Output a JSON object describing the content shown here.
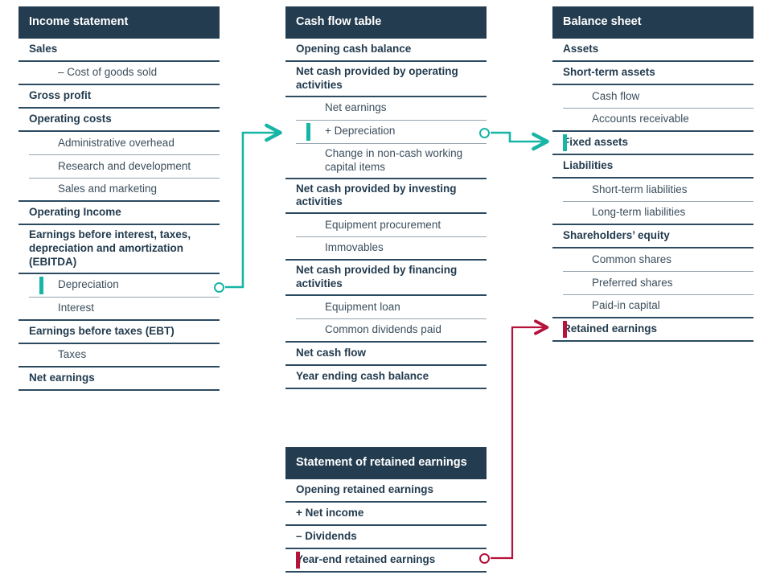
{
  "colors": {
    "header_bg": "#233c50",
    "rule_strong": "#2c4a60",
    "rule_light": "#94a4af",
    "accent_teal": "#16b5a6",
    "accent_red": "#b5123c",
    "text": "#223b4e",
    "background": "#ffffff"
  },
  "panels": {
    "income_statement": {
      "title": "Income statement",
      "rows": [
        {
          "label": "Sales",
          "level": 0
        },
        {
          "label": "– Cost of goods sold",
          "level": 1,
          "heavy": true
        },
        {
          "label": "Gross profit",
          "level": 0
        },
        {
          "label": "Operating costs",
          "level": 0
        },
        {
          "label": "Administrative overhead",
          "level": 1
        },
        {
          "label": "Research and development",
          "level": 1
        },
        {
          "label": "Sales and marketing",
          "level": 1,
          "heavy": true
        },
        {
          "label": "Operating Income",
          "level": 0
        },
        {
          "label": "Earnings before interest, taxes, depreciation and amortization (EBITDA)",
          "level": 0
        },
        {
          "label": "Depreciation",
          "level": 1,
          "accent": "teal",
          "connector": "teal-out"
        },
        {
          "label": "Interest",
          "level": 1,
          "heavy": true
        },
        {
          "label": "Earnings before taxes (EBT)",
          "level": 0
        },
        {
          "label": "Taxes",
          "level": 1,
          "heavy": true
        },
        {
          "label": "Net earnings",
          "level": 0
        }
      ]
    },
    "cash_flow_table": {
      "title": "Cash flow table",
      "rows": [
        {
          "label": "Opening cash balance",
          "level": 0
        },
        {
          "label": "Net cash provided by operating activities",
          "level": 0
        },
        {
          "label": "Net earnings",
          "level": 1
        },
        {
          "label": "+ Depreciation",
          "level": 1,
          "accent": "teal",
          "connector": "teal-in-out"
        },
        {
          "label": "Change in non-cash working capital items",
          "level": 1,
          "heavy": true
        },
        {
          "label": "Net cash provided by investing activities",
          "level": 0
        },
        {
          "label": "Equipment procurement",
          "level": 1
        },
        {
          "label": "Immovables",
          "level": 1,
          "heavy": true
        },
        {
          "label": "Net cash provided by financing activities",
          "level": 0
        },
        {
          "label": "Equipment loan",
          "level": 1
        },
        {
          "label": "Common dividends paid",
          "level": 1,
          "heavy": true
        },
        {
          "label": "Net cash flow",
          "level": 0
        },
        {
          "label": "Year ending cash balance",
          "level": 0
        }
      ]
    },
    "balance_sheet": {
      "title": "Balance sheet",
      "rows": [
        {
          "label": "Assets",
          "level": 0
        },
        {
          "label": "Short-term assets",
          "level": 0
        },
        {
          "label": "Cash flow",
          "level": 1
        },
        {
          "label": "Accounts receivable",
          "level": 1,
          "heavy": true
        },
        {
          "label": "Fixed assets",
          "level": 0,
          "accent": "teal",
          "connector": "teal-in"
        },
        {
          "label": "Liabilities",
          "level": 0
        },
        {
          "label": "Short-term liabilities",
          "level": 1
        },
        {
          "label": "Long-term liabilities",
          "level": 1,
          "heavy": true
        },
        {
          "label": "Shareholders’ equity",
          "level": 0
        },
        {
          "label": "Common shares",
          "level": 1
        },
        {
          "label": "Preferred shares",
          "level": 1
        },
        {
          "label": "Paid-in capital",
          "level": 1,
          "heavy": true
        },
        {
          "label": "Retained earnings",
          "level": 0,
          "accent": "red",
          "connector": "red-in"
        }
      ]
    },
    "statement_of_retained_earnings": {
      "title": "Statement of retained earnings",
      "rows": [
        {
          "label": "Opening retained earnings",
          "level": 0
        },
        {
          "label": "+ Net income",
          "level": 0
        },
        {
          "label": "– Dividends",
          "level": 0
        },
        {
          "label": "Year-end retained earnings",
          "level": 0,
          "accent": "red",
          "connector": "red-out"
        }
      ]
    }
  },
  "connectors": [
    {
      "name": "depreciation-to-cashflow",
      "color": "#16b5a6",
      "from": "Income statement / Depreciation",
      "to": "Cash flow table / + Depreciation",
      "arrow": true
    },
    {
      "name": "cashflow-depreciation-to-fixed-assets",
      "color": "#16b5a6",
      "from": "Cash flow table / + Depreciation",
      "to": "Balance sheet / Fixed assets",
      "arrow": true
    },
    {
      "name": "retained-earnings-to-balance-sheet",
      "color": "#b5123c",
      "from": "Statement of retained earnings / Year-end retained earnings",
      "to": "Balance sheet / Retained earnings",
      "arrow": true
    }
  ]
}
